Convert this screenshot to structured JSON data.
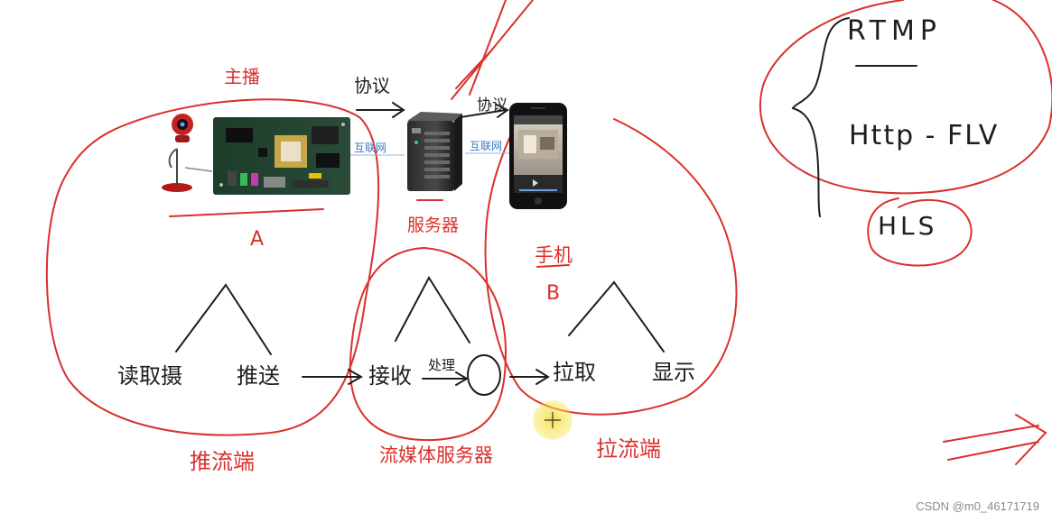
{
  "labels": {
    "anchor": "主播",
    "protocol_1": "协议",
    "protocol_2": "协议",
    "internet_1": "互联网",
    "internet_2": "互联网",
    "device_a": "A",
    "server": "服务器",
    "phone": "手机",
    "device_b": "B",
    "read_camera": "读取摄",
    "push": "推送",
    "receive": "接收",
    "process": "处理",
    "pull": "拉取",
    "display": "显示",
    "push_end": "推流端",
    "media_server": "流媒体服务器",
    "pull_end": "拉流端",
    "rtmp": "RTMP",
    "http_flv": "Http - FLV",
    "hls": "HLS"
  },
  "watermark": "CSDN @m0_46171719",
  "colors": {
    "ink": "#1e1e1e",
    "red": "#d9302c",
    "link": "#3b78c4",
    "highlight": "#f5e142"
  }
}
